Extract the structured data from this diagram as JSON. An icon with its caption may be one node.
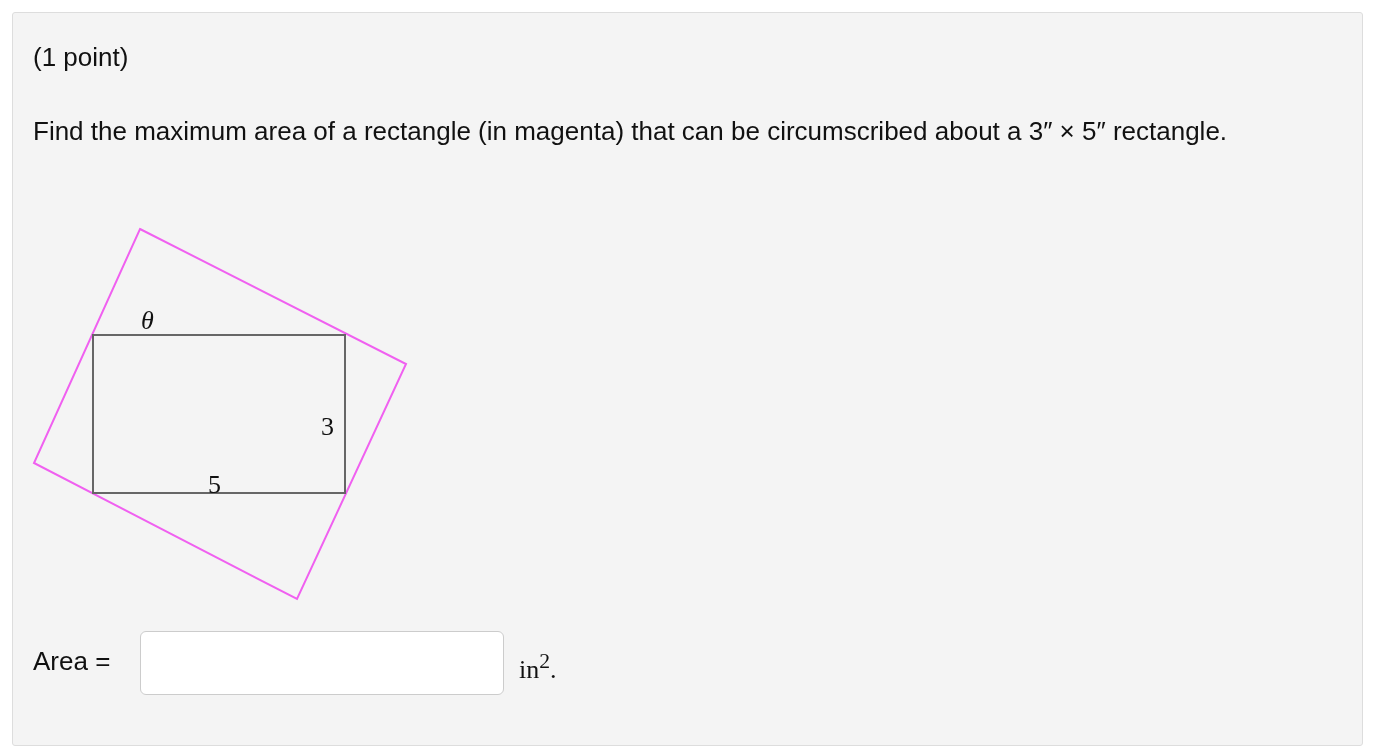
{
  "diagram": {
    "labels": [
      "(1 point)",
      "Find the maximum area of a rectangle (in magenta) that can be circumscribed about a 3″ × 5″ rectangle.",
      "θ",
      "3",
      "5",
      "Area =",
      "in$^{2}$."
    ]
  }
}
